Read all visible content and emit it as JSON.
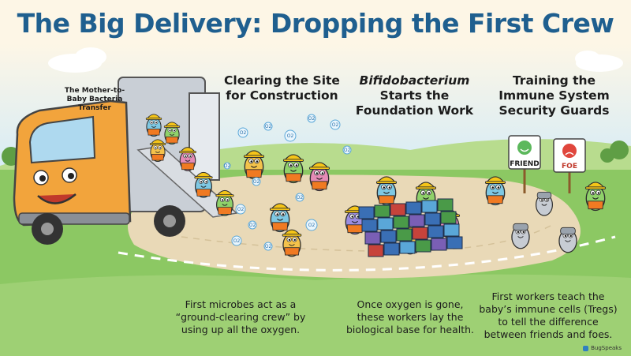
{
  "title": "The Big Delivery: Dropping the First Crew",
  "truck_label": "The Mother-to-Baby Bacteria Transfer",
  "stages": [
    {
      "heading_lines": [
        "Clearing the Site",
        "for Construction"
      ],
      "caption_lines": [
        "First microbes act as a",
        "“ground-clearing crew” by",
        "using up all the oxygen."
      ]
    },
    {
      "heading_italic": "Bifidobacterium",
      "heading_lines": [
        "Starts the",
        "Foundation Work"
      ],
      "caption_lines": [
        "Once oxygen is gone,",
        "these workers lay the",
        "biological base for health."
      ]
    },
    {
      "heading_lines": [
        "Training the",
        "Immune System",
        "Security Guards"
      ],
      "caption_lines": [
        "First workers teach the",
        "baby’s immune cells (Tregs)",
        "to tell the difference",
        "between friends and foes."
      ]
    }
  ],
  "oxygen_label": "O2",
  "signs": {
    "friend": "FRIEND",
    "foe": "FOE"
  },
  "brand": "BugSpeaks",
  "colors": {
    "title": "#1f5f8f",
    "sky": "#cfe9f7",
    "grass": "#8cc863",
    "road": "#e9d9b7",
    "truck": "#f2a43c",
    "hardhat": "#f5c518",
    "vest": "#f07a22",
    "friend_sign": "#5cb85c",
    "foe_sign": "#e0463c"
  }
}
